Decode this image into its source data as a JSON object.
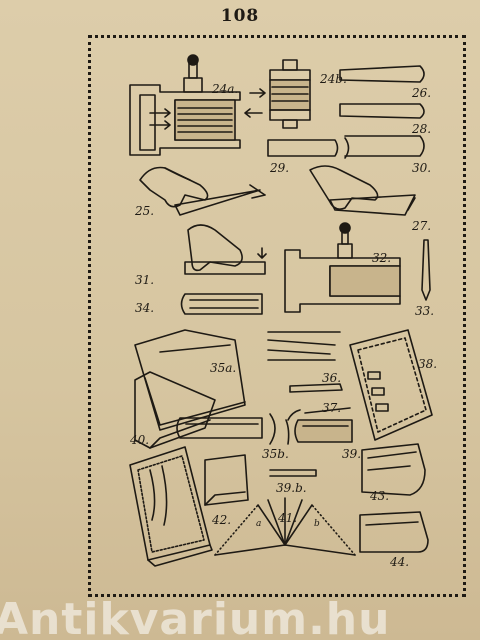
{
  "page": {
    "number": "108"
  },
  "figure_labels": {
    "f24a": "24a.",
    "f24b": "24b.",
    "f25": "25.",
    "f26": "26.",
    "f27": "27.",
    "f28": "28.",
    "f29": "29.",
    "f30": "30.",
    "f31": "31.",
    "f32": "32.",
    "f33": "33.",
    "f34": "34.",
    "f35a": "35a.",
    "f35b": "35b.",
    "f36": "36.",
    "f37": "37.",
    "f38": "38.",
    "f39": "39.",
    "f39b": "39.b.",
    "f40": "40.",
    "f41": "41.",
    "f42": "42.",
    "f43": "43.",
    "f44": "44.",
    "sub_a": "a",
    "sub_b": "b"
  },
  "watermark": {
    "text": "Antikvarium.hu"
  }
}
